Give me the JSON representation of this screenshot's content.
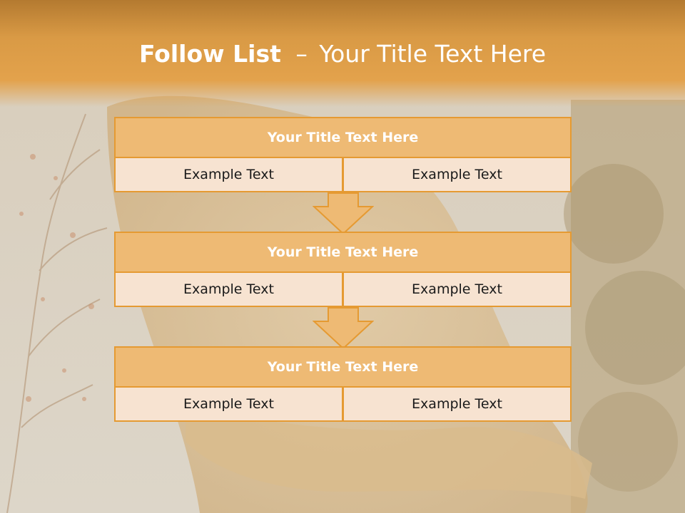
{
  "slide": {
    "title_bold": "Follow List",
    "title_dash": "–",
    "title_rest": "Your Title Text Here"
  },
  "steps": [
    {
      "title": "Your Title Text Here",
      "left": "Example Text",
      "right": "Example Text"
    },
    {
      "title": "Your Title Text Here",
      "left": "Example Text",
      "right": "Example Text"
    },
    {
      "title": "Your Title Text Here",
      "left": "Example Text",
      "right": "Example Text"
    }
  ],
  "colors": {
    "accent": "#e59a32",
    "header_fill": "#eeba74",
    "cell_fill": "#f7e3d1",
    "title_band": "#e3a24c"
  }
}
